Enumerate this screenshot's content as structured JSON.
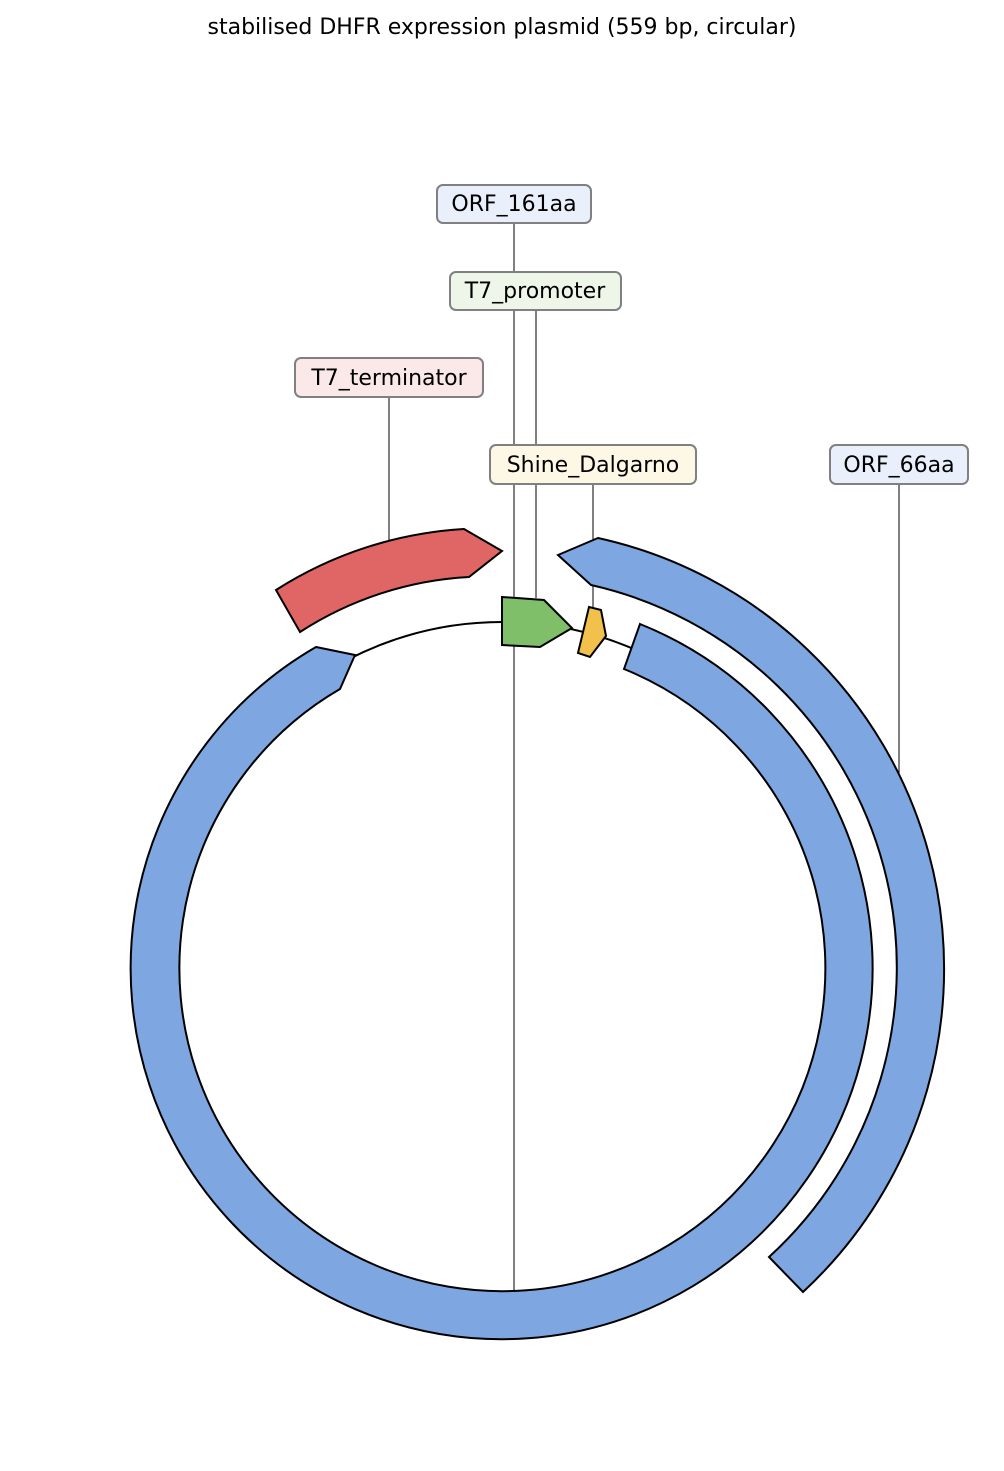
{
  "title": "stabilised DHFR expression plasmid (559 bp, circular)",
  "plasmid": {
    "name": "stabilised DHFR expression plasmid",
    "length_bp": 559,
    "topology": "circular"
  },
  "features": [
    {
      "id": "orf161",
      "label": "ORF_161aa",
      "type": "CDS",
      "color": "#7ea6e0",
      "label_bg": "#eaf0fb"
    },
    {
      "id": "t7prom",
      "label": "T7_promoter",
      "type": "promoter",
      "color": "#7fbf6a",
      "label_bg": "#eef6ea"
    },
    {
      "id": "t7term",
      "label": "T7_terminator",
      "type": "terminator",
      "color": "#e06666",
      "label_bg": "#fbe9e9"
    },
    {
      "id": "sd",
      "label": "Shine_Dalgarno",
      "type": "RBS",
      "color": "#f1c14b",
      "label_bg": "#fdf8e5"
    },
    {
      "id": "orf66",
      "label": "ORF_66aa",
      "type": "CDS",
      "color": "#7ea6e0",
      "label_bg": "#eaf0fb"
    }
  ]
}
